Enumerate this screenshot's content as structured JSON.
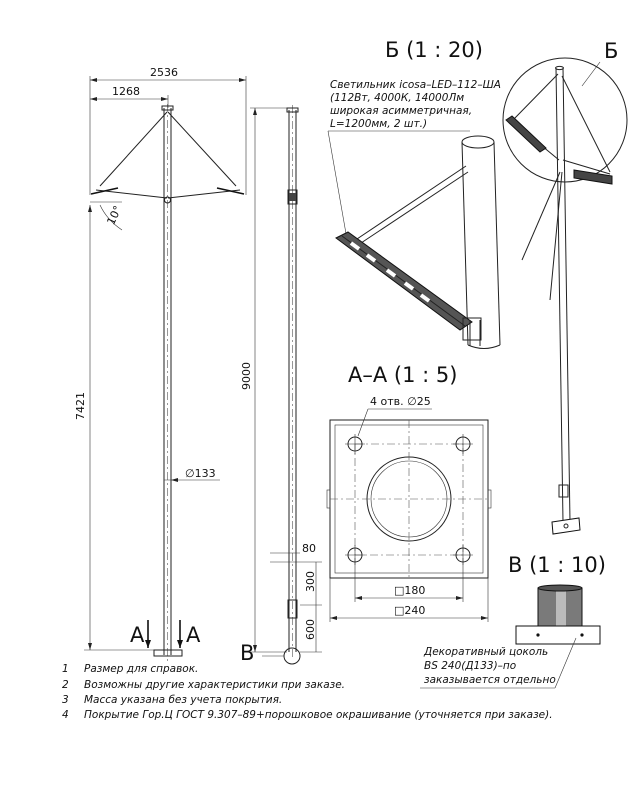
{
  "views": {
    "b_title": "Б (1 : 20)",
    "b_marker": "Б",
    "aa_title": "А–А (1 : 5)",
    "v_title": "В (1 : 10)",
    "v_marker": "В",
    "a_left": "А",
    "a_right": "А"
  },
  "dimensions": {
    "width_total": "2536",
    "width_half": "1268",
    "angle": "10°",
    "height_left": "7421",
    "diameter": "∅133",
    "height_total": "9000",
    "d80": "80",
    "d300": "300",
    "d600": "600",
    "holes": "4 отв. ∅25",
    "sq180": "□180",
    "sq240": "□240"
  },
  "luminaire_note": [
    "Светильник icosa–LED–112–ША",
    "(112Вт, 4000К, 14000Лм",
    "широкая асимметричная,",
    "L=1200мм, 2 шт.)"
  ],
  "base_note": [
    "Декоративный цоколь",
    "BS 240(Д133)–по",
    "заказывается отдельно"
  ],
  "notes": [
    {
      "num": "1",
      "text": "Размер для справок."
    },
    {
      "num": "2",
      "text": "Возможны другие характеристики при заказе."
    },
    {
      "num": "3",
      "text": "Масса указана без учета покрытия."
    },
    {
      "num": "4",
      "text": "Покрытие Гор.Ц ГОСТ 9.307–89+порошковое окрашивание (уточняется при заказе)."
    }
  ]
}
